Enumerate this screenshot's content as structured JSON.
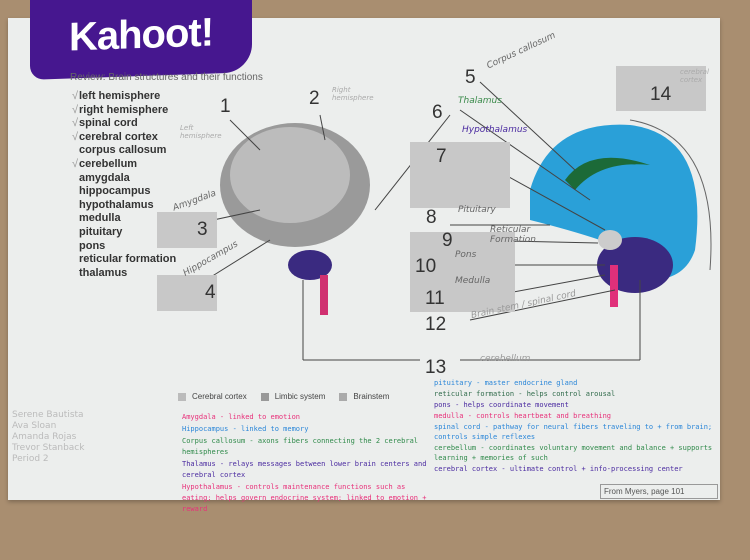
{
  "logo": "Kahoot!",
  "worksheet": {
    "title": "Review: Brain structures and their functions",
    "terms": [
      {
        "label": "left hemisphere",
        "checked": true
      },
      {
        "label": "right hemisphere",
        "checked": true
      },
      {
        "label": "spinal cord",
        "checked": true
      },
      {
        "label": "cerebral cortex",
        "checked": true
      },
      {
        "label": "corpus callosum",
        "checked": false
      },
      {
        "label": "cerebellum",
        "checked": true
      },
      {
        "label": "amygdala",
        "checked": false
      },
      {
        "label": "hippocampus",
        "checked": false
      },
      {
        "label": "hypothalamus",
        "checked": false
      },
      {
        "label": "medulla",
        "checked": false
      },
      {
        "label": "pituitary",
        "checked": false
      },
      {
        "label": "pons",
        "checked": false
      },
      {
        "label": "reticular formation",
        "checked": false
      },
      {
        "label": "thalamus",
        "checked": false
      }
    ],
    "numbers": [
      "1",
      "2",
      "3",
      "4",
      "5",
      "6",
      "7",
      "8",
      "9",
      "10",
      "11",
      "12",
      "13",
      "14"
    ],
    "handwritten_labels": {
      "n1": "Left hemisphere",
      "n2": "Right hemisphere",
      "n3": "Amygdala",
      "n4": "Hippocampus",
      "n5": "Corpus callosum",
      "n6": "Thalamus",
      "n7": "Hypothalamus",
      "n8": "Pituitary",
      "n9": "Reticular Formation",
      "n10": "Pons",
      "n11": "Medulla",
      "n12": "Brain stem / spinal cord",
      "n13": "cerebellum",
      "n14": "cerebral cortex"
    },
    "legend": [
      "Cerebral cortex",
      "Limbic system",
      "Brainstem"
    ],
    "source": "From Myers, page 101",
    "names": [
      "Serene Bautista",
      "Ava Sloan",
      "Amanda Rojas",
      "Trevor Stanback",
      "Period 2"
    ],
    "notes_left": [
      {
        "text": "Amygdala - linked to emotion",
        "color": "#e8307a"
      },
      {
        "text": "Hippocampus - linked to memory",
        "color": "#2a86d8"
      },
      {
        "text": "Corpus callosum - axons fibers connecting the 2 cerebral hemispheres",
        "color": "#2f8a4a"
      },
      {
        "text": "Thalamus - relays messages between lower brain centers and cerebral cortex",
        "color": "#4a2aa0"
      },
      {
        "text": "Hypothalamus - controls maintenance functions such as eating; helps govern endocrine system; linked to emotion + reward",
        "color": "#e8307a"
      }
    ],
    "notes_right": [
      {
        "text": "pituitary - master endocrine gland",
        "color": "#2a86d8"
      },
      {
        "text": "reticular formation - helps control arousal",
        "color": "#2f6a4a"
      },
      {
        "text": "pons - helps coordinate movement",
        "color": "#4a2aa0"
      },
      {
        "text": "medulla - controls heartbeat and breathing",
        "color": "#e8307a"
      },
      {
        "text": "spinal cord - pathway for neural fibers traveling to + from brain; controls simple reflexes",
        "color": "#2a86d8"
      },
      {
        "text": "cerebellum - coordinates voluntary movement and balance + supports learning + memories of such",
        "color": "#2f8a4a"
      },
      {
        "text": "cerebral cortex - ultimate control + info-processing center",
        "color": "#4a2aa0"
      }
    ]
  }
}
